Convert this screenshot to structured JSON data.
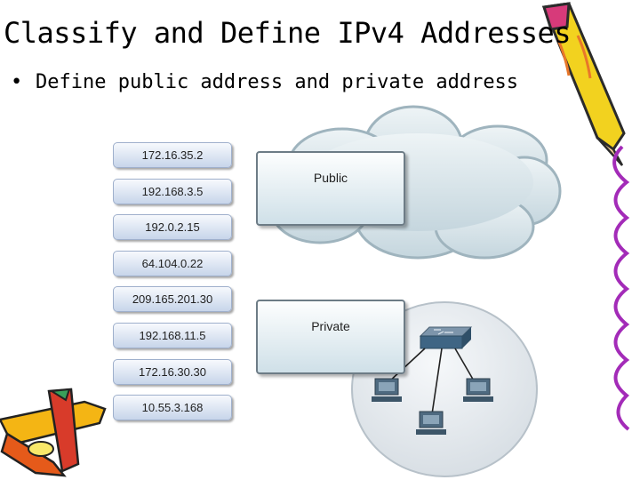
{
  "slide": {
    "title": "Classify and Define IPv4 Addresses",
    "bullet": "Define public address and private address"
  },
  "diagram": {
    "addresses": [
      "172.16.35.2",
      "192.168.3.5",
      "192.0.2.15",
      "64.104.0.22",
      "209.165.201.30",
      "192.168.11.5",
      "172.16.30.30",
      "10.55.3.168"
    ],
    "public_label": "Public",
    "private_label": "Private"
  }
}
